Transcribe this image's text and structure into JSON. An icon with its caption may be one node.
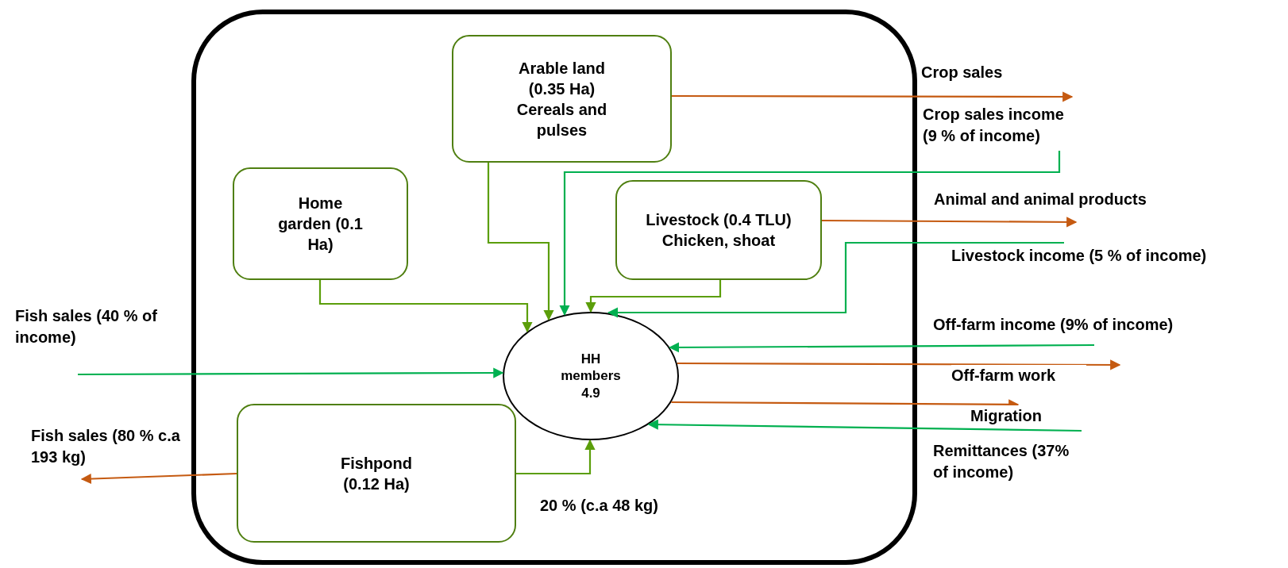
{
  "diagram": {
    "nodes": [
      {
        "text": [],
        "shape": "box"
      },
      {
        "text": [
          "Arable land (0.35 Ha) Cereals and pulses"
        ],
        "in": 0
      },
      {
        "text": [
          "Home garden (0.1 Ha)"
        ],
        "in": 0
      },
      {
        "text": [
          "Livestock (0.4 TLU) Chicken, shoat"
        ],
        "in": 0
      },
      {
        "text": [
          "HH members 4.9"
        ],
        "in": 0
      },
      {
        "text": [
          "Fishpond (0.12 Ha)"
        ],
        "in": 0
      }
    ],
    "edges": [
      {
        "from": 1,
        "to": 4,
        "arrow": "to",
        "color": "#5b9e0a"
      },
      {
        "from": 2,
        "to": 4,
        "arrow": "to",
        "color": "#5b9e0a"
      },
      {
        "from": 3,
        "to": 4,
        "arrow": "to",
        "color": "#5b9e0a"
      },
      {
        "from": null,
        "to": 4,
        "arrow": "to",
        "label": "Crop sales income (9 % of income)"
      },
      {
        "from": null,
        "to": 4,
        "arrow": "to",
        "label": "Livestock income (5 % of income)"
      },
      {
        "from": null,
        "to": 4,
        "arrow": "to",
        "label": "Off-farm income (9% of income)"
      },
      {
        "from": null,
        "to": 4,
        "arrow": "to",
        "label": "Fish sales (40 % of income)"
      },
      {
        "from": null,
        "to": 4,
        "arrow": "to",
        "label": "Remittances (37% of income)"
      },
      {
        "from": 1,
        "to": null,
        "arrow": "to",
        "label": "Crop sales",
        "color": "#c55a11"
      },
      {
        "from": 3,
        "to": null,
        "arrow": "to",
        "label": "Animal and animal products",
        "color": "#c55a11"
      },
      {
        "from": 4,
        "to": null,
        "arrow": "to",
        "label": "Off-farm work",
        "color": "#c55a11"
      },
      {
        "from": 4,
        "to": null,
        "arrow": "to",
        "label": "Migration",
        "color": "#c55a11"
      },
      {
        "from": 5,
        "to": null,
        "arrow": "to",
        "label": "Fish sales (80 % c.a 193 kg)",
        "color": "#c55a11"
      },
      {
        "from": 5,
        "to": 4,
        "arrow": "to",
        "label": "20 % (c.a 48 kg)",
        "color": "#5b9e0a"
      }
    ]
  }
}
